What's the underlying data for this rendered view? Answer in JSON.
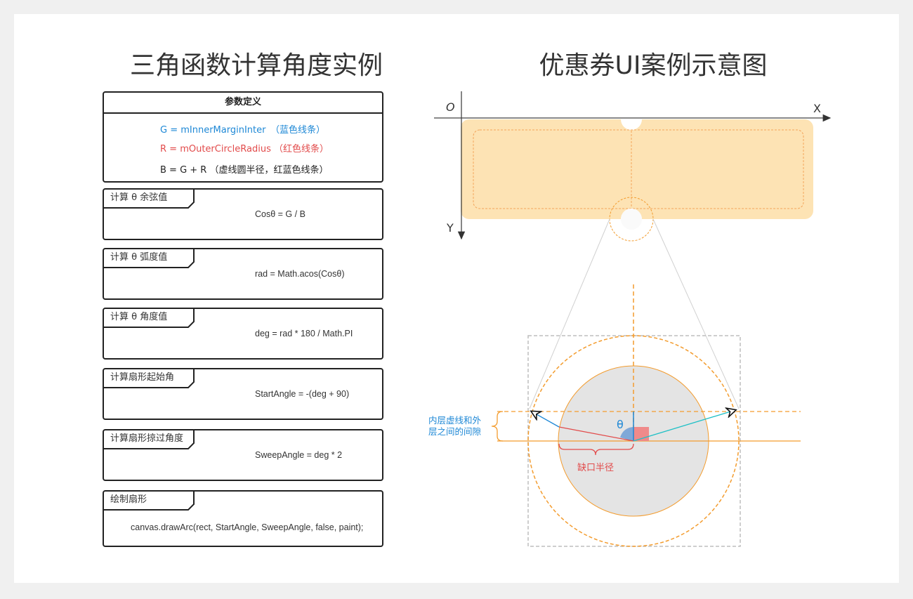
{
  "titles": {
    "left": "三角函数计算角度实例",
    "right": "优惠券UI案例示意图"
  },
  "params": {
    "header": "参数定义",
    "g_line": "G = mInnerMarginInter　（蓝色线条）",
    "r_line": "R = mOuterCircleRadius （红色线条）",
    "b_line": "B = G + R （虚线圆半径，红蓝色线条）"
  },
  "steps": [
    {
      "label": "计算 θ 余弦值",
      "formula": "Cosθ = G / B"
    },
    {
      "label": "计算 θ 弧度值",
      "formula": "rad = Math.acos(Cosθ)"
    },
    {
      "label": "计算 θ 角度值",
      "formula": "deg = rad * 180 / Math.PI"
    },
    {
      "label": "计算扇形起始角",
      "formula": "StartAngle = -(deg + 90)"
    },
    {
      "label": "计算扇形掠过角度",
      "formula": "SweepAngle = deg * 2"
    },
    {
      "label": "绘制扇形",
      "formula": "canvas.drawArc(rect, StartAngle, SweepAngle, false, paint);"
    }
  ],
  "diagram": {
    "origin_label": "O",
    "x_axis_label": "X",
    "y_axis_label": "Y",
    "theta_label": "θ",
    "gap_label_line1": "内层虚线和外",
    "gap_label_line2": "层之间的间隙",
    "notch_radius_label": "缺口半径",
    "colors": {
      "coupon_fill": "#fde3b4",
      "orange": "#f39c2e",
      "blue": "#1e88d6",
      "red": "#e24b4b",
      "cyan": "#1ec0c6",
      "gray_fill": "#e4e4e4",
      "angle_fill": "#7fa8d8",
      "square_fill": "#f08a8a"
    }
  }
}
